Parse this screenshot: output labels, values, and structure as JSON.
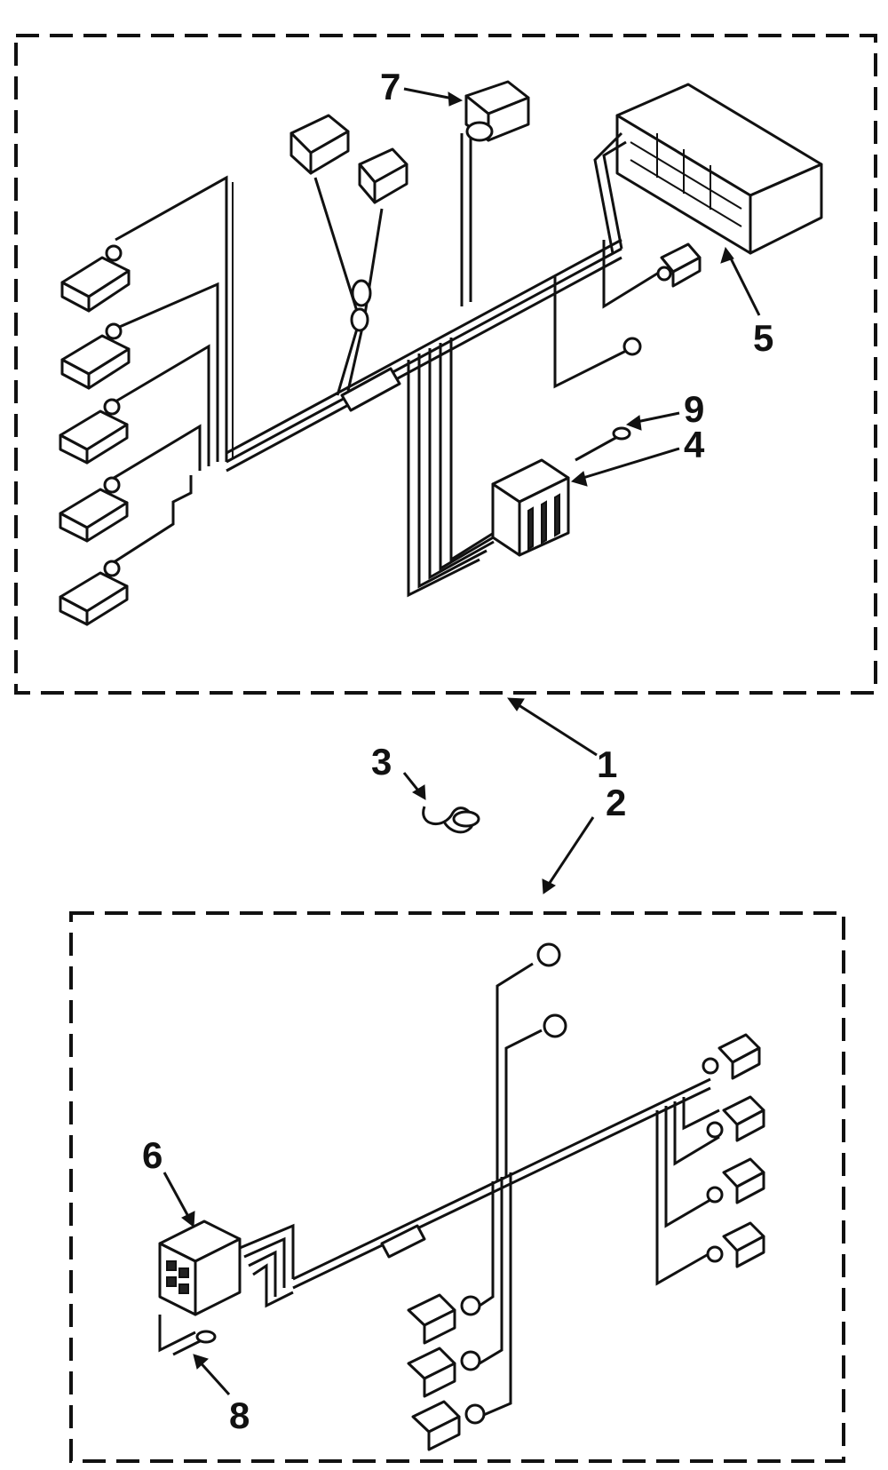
{
  "diagram": {
    "callouts": {
      "c1": "1",
      "c2": "2",
      "c3": "3",
      "c4": "4",
      "c5": "5",
      "c6": "6",
      "c7": "7",
      "c8": "8",
      "c9": "9"
    },
    "line_color": "#111111",
    "background_color": "#ffffff"
  }
}
